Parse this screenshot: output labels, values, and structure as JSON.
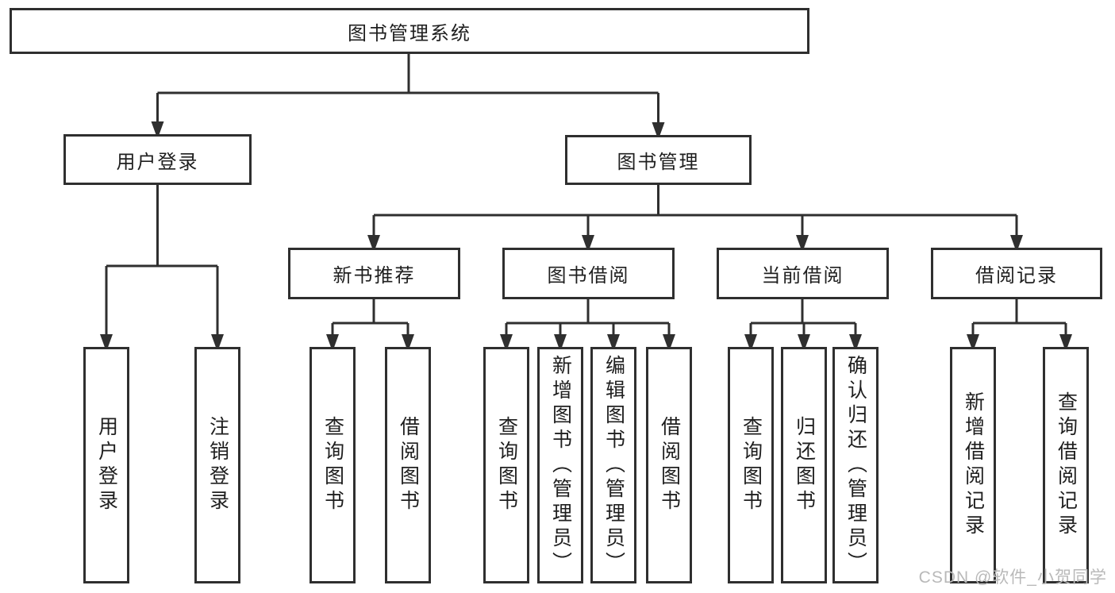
{
  "tree": {
    "root": {
      "label": "图书管理系统",
      "children": [
        {
          "label": "用户登录",
          "children": [
            {
              "label": "用户登录"
            },
            {
              "label": "注销登录"
            }
          ]
        },
        {
          "label": "图书管理",
          "children": [
            {
              "label": "新书推荐",
              "children": [
                {
                  "label": "查询图书"
                },
                {
                  "label": "借阅图书"
                }
              ]
            },
            {
              "label": "图书借阅",
              "children": [
                {
                  "label": "查询图书"
                },
                {
                  "label": "新增图书（管理员）"
                },
                {
                  "label": "编辑图书（管理员）"
                },
                {
                  "label": "借阅图书"
                }
              ]
            },
            {
              "label": "当前借阅",
              "children": [
                {
                  "label": "查询图书"
                },
                {
                  "label": "归还图书"
                },
                {
                  "label": "确认归还（管理员）"
                }
              ]
            },
            {
              "label": "借阅记录",
              "children": [
                {
                  "label": "新增借阅记录"
                },
                {
                  "label": "查询借阅记录"
                }
              ]
            }
          ]
        }
      ]
    }
  },
  "watermark": "CSDN @软件_小贺同学",
  "colors": {
    "line": "#2f2f2f",
    "text": "#1f1f1f",
    "watermark": "#b9b9b9",
    "background": "#ffffff"
  }
}
